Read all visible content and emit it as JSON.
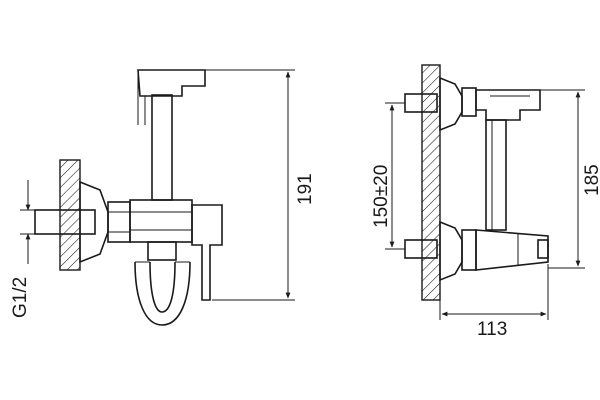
{
  "diagram": {
    "dimensions": {
      "thread": "G1/2",
      "height_left": "191",
      "center_distance": "150±20",
      "height_right": "185",
      "width_right": "113"
    }
  }
}
